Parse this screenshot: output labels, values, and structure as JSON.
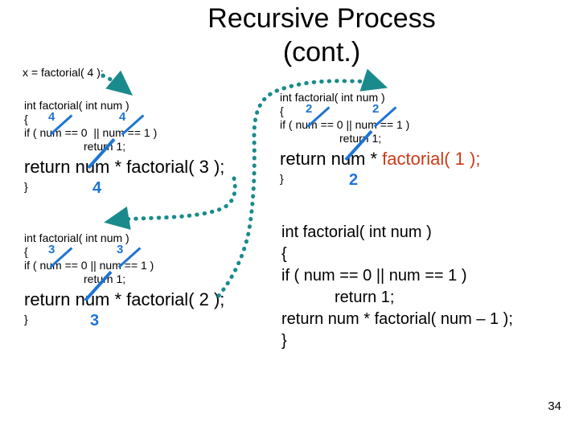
{
  "slide": {
    "title": "Recursive Process\n(cont.)",
    "page_number": "34",
    "colors": {
      "teal_arrow": "#1A8A8C",
      "blue_substitution": "#1E74D4",
      "red_highlight": "#CC3A16",
      "text": "#000000",
      "background": "#FFFFFF"
    }
  },
  "call_expression": {
    "text": "x = factorial( 4 );"
  },
  "blocks": {
    "left_top": {
      "substitution_value": "4",
      "lines": {
        "signature": "int factorial( int num )",
        "open_brace": "{",
        "if_line": "if ( num == 0  || num == 1 )",
        "return_one": "return 1;",
        "return_recursive": "return num * factorial( 3 );",
        "close_brace": "}"
      },
      "substitutions": [
        "4",
        "4",
        "4"
      ]
    },
    "left_bottom": {
      "substitution_value": "3",
      "lines": {
        "signature": "int factorial( int num )",
        "open_brace": "{",
        "if_line": "if ( num == 0 || num == 1 )",
        "return_one": "return 1;",
        "return_recursive": "return num * factorial( 2 );",
        "close_brace": "}"
      },
      "substitutions": [
        "3",
        "3",
        "3"
      ]
    },
    "right_top": {
      "substitution_value": "2",
      "lines": {
        "signature": "int factorial( int num )",
        "open_brace": "{",
        "if_line": "if ( num == 0 || num == 1 )",
        "return_one": "return 1;",
        "return_recursive_prefix": "return num * ",
        "return_recursive_highlight": "factorial( 1 );",
        "close_brace": "}"
      },
      "substitutions": [
        "2",
        "2",
        "2"
      ]
    },
    "right_bottom": {
      "lines": {
        "signature": "int factorial( int num )",
        "open_brace": "{",
        "if_line": "if ( num == 0 || num == 1 )",
        "return_one": "return 1;",
        "return_recursive": "return num * factorial( num – 1 );",
        "close_brace": "}"
      }
    }
  },
  "arrows": [
    {
      "name": "call-to-left-top",
      "from": "x = factorial( 4 );",
      "to": "left_top block"
    },
    {
      "name": "left-top-to-left-bottom",
      "from": "factorial( 3 )",
      "to": "left_bottom block"
    },
    {
      "name": "left-bottom-to-right-top",
      "from": "factorial( 2 )",
      "to": "right_top block"
    }
  ]
}
